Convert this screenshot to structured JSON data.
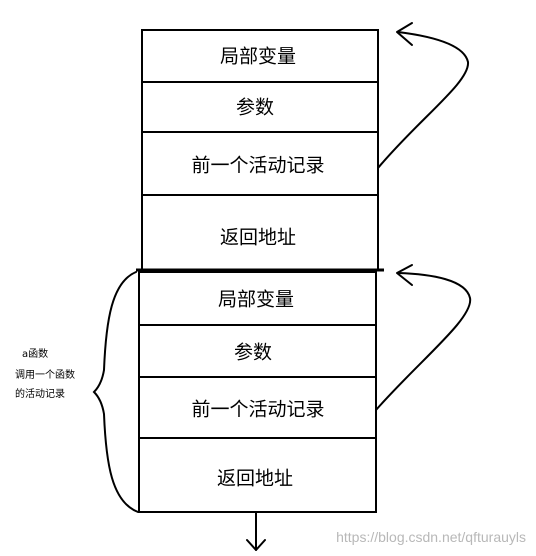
{
  "stack_frames": [
    {
      "cells": [
        "局部变量",
        "参数",
        "前一个活动记录",
        "返回地址"
      ]
    },
    {
      "cells": [
        "局部变量",
        "参数",
        "前一个活动记录",
        "返回地址"
      ]
    }
  ],
  "annotation": {
    "lines": [
      "a函数",
      "调用一个函数",
      "的活动记录"
    ]
  },
  "watermark": "https://blog.csdn.net/qfturauyls",
  "colors": {
    "stroke": "#000000",
    "watermark": "#b8b8b8",
    "background": "#ffffff"
  }
}
